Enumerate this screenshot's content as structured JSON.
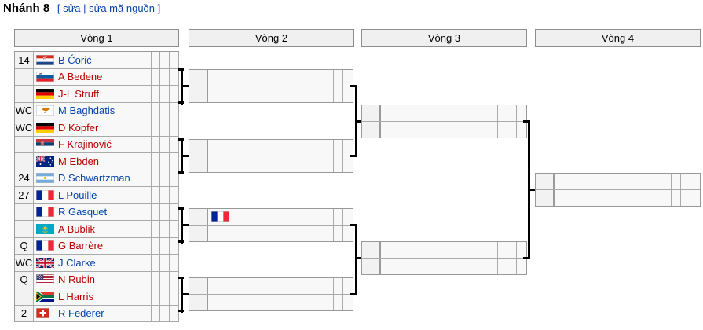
{
  "title": "Nhánh 8",
  "edit": {
    "open": "[",
    "edit_label": "sửa",
    "separator": "|",
    "edit_source_label": "sửa mã nguồn",
    "close": "]"
  },
  "rounds": [
    {
      "label": "Vòng 1"
    },
    {
      "label": "Vòng 2"
    },
    {
      "label": "Vòng 3"
    },
    {
      "label": "Vòng 4"
    }
  ],
  "colors": {
    "link_blue": "#0645ad",
    "link_red": "#ba0000",
    "connector_black": "#000000",
    "cell_background": "#f8f8f8",
    "header_background": "#f0f0f0",
    "cell_border": "#aaaaaa"
  },
  "round1_entries": [
    {
      "seed": "14",
      "flag": "CRO",
      "name": "B Ćorić",
      "name_color": "blue"
    },
    {
      "seed": "",
      "flag": "SLO",
      "name": "A Bedene",
      "name_color": "red"
    },
    {
      "seed": "",
      "flag": "GER",
      "name": "J-L Struff",
      "name_color": "red"
    },
    {
      "seed": "WC",
      "flag": "CYP",
      "name": "M Baghdatis",
      "name_color": "blue"
    },
    {
      "seed": "WC",
      "flag": "GER",
      "name": "D Köpfer",
      "name_color": "red"
    },
    {
      "seed": "",
      "flag": "SRB",
      "name": "F Krajinović",
      "name_color": "red"
    },
    {
      "seed": "",
      "flag": "AUS",
      "name": "M Ebden",
      "name_color": "red"
    },
    {
      "seed": "24",
      "flag": "ARG",
      "name": "D Schwartzman",
      "name_color": "blue"
    },
    {
      "seed": "27",
      "flag": "FRA",
      "name": "L Pouille",
      "name_color": "blue"
    },
    {
      "seed": "",
      "flag": "FRA",
      "name": "R Gasquet",
      "name_color": "blue"
    },
    {
      "seed": "",
      "flag": "KAZ",
      "name": "A Bublik",
      "name_color": "red"
    },
    {
      "seed": "Q",
      "flag": "FRA",
      "name": "G Barrère",
      "name_color": "red"
    },
    {
      "seed": "WC",
      "flag": "GBR",
      "name": "J Clarke",
      "name_color": "blue"
    },
    {
      "seed": "Q",
      "flag": "USA",
      "name": "N Rubin",
      "name_color": "red"
    },
    {
      "seed": "",
      "flag": "RSA",
      "name": "L Harris",
      "name_color": "red"
    },
    {
      "seed": "2",
      "flag": "SUI",
      "name": "R Federer",
      "name_color": "blue"
    }
  ],
  "round2_matches": [
    {
      "slots": [
        {
          "seed": "",
          "flag": "",
          "name": ""
        },
        {
          "seed": "",
          "flag": "",
          "name": ""
        }
      ]
    },
    {
      "slots": [
        {
          "seed": "",
          "flag": "",
          "name": ""
        },
        {
          "seed": "",
          "flag": "",
          "name": ""
        }
      ]
    },
    {
      "slots": [
        {
          "seed": "",
          "flag": "FRA",
          "name": ""
        },
        {
          "seed": "",
          "flag": "",
          "name": ""
        }
      ]
    },
    {
      "slots": [
        {
          "seed": "",
          "flag": "",
          "name": ""
        },
        {
          "seed": "",
          "flag": "",
          "name": ""
        }
      ]
    }
  ],
  "round3_matches": [
    {
      "slots": [
        {
          "seed": "",
          "flag": "",
          "name": ""
        },
        {
          "seed": "",
          "flag": "",
          "name": ""
        }
      ]
    },
    {
      "slots": [
        {
          "seed": "",
          "flag": "",
          "name": ""
        },
        {
          "seed": "",
          "flag": "",
          "name": ""
        }
      ]
    }
  ],
  "round4_matches": [
    {
      "slots": [
        {
          "seed": "",
          "flag": "",
          "name": ""
        },
        {
          "seed": "",
          "flag": "",
          "name": ""
        }
      ]
    }
  ]
}
